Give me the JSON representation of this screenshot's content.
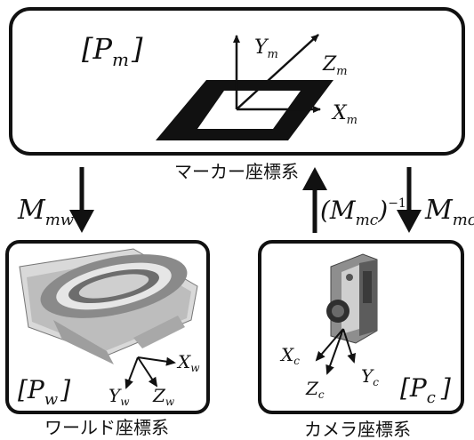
{
  "marker": {
    "caption": "マーカー座標系",
    "p_base": "[P",
    "p_sub": "m",
    "p_close": "]",
    "axes": [
      {
        "base": "Y",
        "sub": "m"
      },
      {
        "base": "Z",
        "sub": "m"
      },
      {
        "base": "X",
        "sub": "m"
      }
    ]
  },
  "world": {
    "caption": "ワールド座標系",
    "p_base": "[P",
    "p_sub": "w",
    "p_close": "]",
    "axes": [
      {
        "base": "X",
        "sub": "w"
      },
      {
        "base": "Y",
        "sub": "w"
      },
      {
        "base": "Z",
        "sub": "w"
      }
    ]
  },
  "camera": {
    "caption": "カメラ座標系",
    "p_base": "[P",
    "p_sub": "c",
    "p_close": "]",
    "axes": [
      {
        "base": "X",
        "sub": "c"
      },
      {
        "base": "Y",
        "sub": "c"
      },
      {
        "base": "Z",
        "sub": "c"
      }
    ]
  },
  "transforms": {
    "mw": {
      "base": "M",
      "sub": "mw"
    },
    "mc": {
      "base": "M",
      "sub": "mc"
    },
    "mc_inv": {
      "open": "(M",
      "sub": "mc",
      "close": ")",
      "sup": "−1"
    }
  },
  "colors": {
    "ink": "#111111",
    "marker_fill": "#111111",
    "background": "#ffffff"
  },
  "icons": {
    "world_image": "stadium-icon",
    "camera_image": "camera-icon"
  }
}
